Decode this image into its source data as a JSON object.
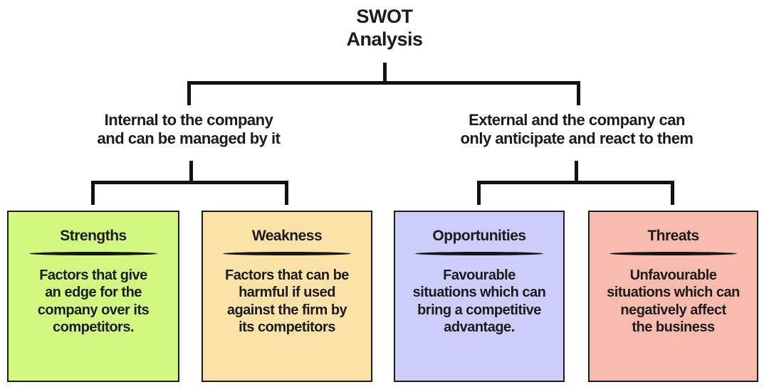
{
  "title": "SWOT\nAnalysis",
  "branches": {
    "internal": {
      "label": "Internal to the company\nand can be managed by it"
    },
    "external": {
      "label": "External and the company can\nonly anticipate and react to them"
    }
  },
  "boxes": [
    {
      "title": "Strengths",
      "description": "Factors that give\nan edge for the\ncompany over its\ncompetitors.",
      "color": "#d3f87f"
    },
    {
      "title": "Weakness",
      "description": "Factors that can be\nharmful if used\nagainst the firm by\nits competitors",
      "color": "#fbe3a7"
    },
    {
      "title": "Opportunities",
      "description": "Favourable\nsituations which can\nbring a competitive\nadvantage.",
      "color": "#cbcdfa"
    },
    {
      "title": "Threats",
      "description": "Unfavourable\nsituations which can\nnegatively affect\nthe business",
      "color": "#f8bbae"
    }
  ],
  "colors": {
    "connector": "#121212",
    "background": "#ffffff",
    "text": "#1b1b1b",
    "box_border": "#1c1c1c"
  }
}
